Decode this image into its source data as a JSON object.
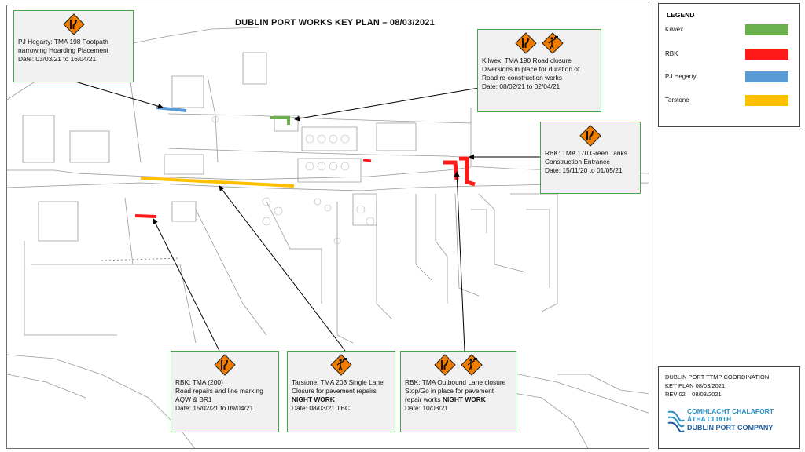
{
  "title": "DUBLIN PORT WORKS KEY PLAN – 08/03/2021",
  "legend": {
    "title": "LEGEND",
    "items": [
      {
        "label": "Kilwex",
        "color": "#6ab04c"
      },
      {
        "label": "RBK",
        "color": "#ff1a1a"
      },
      {
        "label": "PJ Hegarty",
        "color": "#5b9bd5"
      },
      {
        "label": "Tarstone",
        "color": "#ffc000"
      }
    ]
  },
  "callouts": {
    "pj_hegarty": {
      "lines": [
        "PJ Hegarty: TMA 198 Footpath",
        "narrowing Hoarding Placement",
        "Date: 03/03/21 to 16/04/21"
      ],
      "icons": [
        "lane-narrowing-icon"
      ]
    },
    "kilwex": {
      "lines": [
        "Kilwex: TMA 190 Road closure",
        "Diversions in place for duration of",
        "Road re-construction works",
        "Date: 08/02/21 to 02/04/21"
      ],
      "icons": [
        "lane-narrowing-icon",
        "flagman-icon"
      ]
    },
    "rbk_green_tanks": {
      "lines": [
        "RBK: TMA 170 Green Tanks",
        "Construction Entrance",
        "Date: 15/11/20 to 01/05/21"
      ],
      "icons": [
        "lane-narrowing-icon"
      ]
    },
    "rbk_200": {
      "lines": [
        "RBK: TMA (200)",
        "Road repairs and line marking",
        "AQW & BR1",
        "Date: 15/02/21 to 09/04/21"
      ],
      "icons": [
        "lane-narrowing-icon"
      ]
    },
    "tarstone": {
      "lines": [
        "Tarstone: TMA 203 Single Lane",
        "Closure for pavement repairs"
      ],
      "bold_line": "NIGHT WORK",
      "date_line": "Date: 08/03/21 TBC",
      "icons": [
        "flagman-icon"
      ]
    },
    "rbk_outbound": {
      "lines": [
        "RBK: TMA  Outbound Lane closure",
        "Stop/Go in place for pavement"
      ],
      "line3_prefix": "repair works ",
      "line3_bold": "NIGHT WORK",
      "date_line": "Date: 10/03/21",
      "icons": [
        "lane-narrowing-icon",
        "flagman-icon"
      ]
    }
  },
  "infobox": {
    "lines": [
      "DUBLIN PORT TTMP COORDINATION",
      "KEY PLAN  08/03/2021",
      "REV 02 – 08/03/2021"
    ]
  },
  "logo": {
    "line1": "COMHLACHT CHALAFORT",
    "line2": "ÁTHA CLIATH",
    "line3": "DUBLIN PORT COMPANY"
  },
  "sign_color": "#f07d00"
}
